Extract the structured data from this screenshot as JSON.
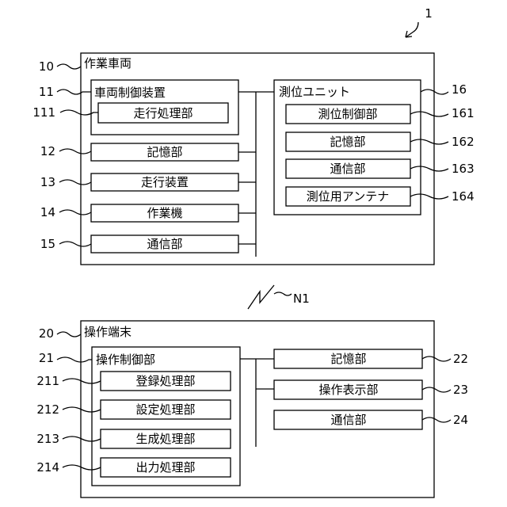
{
  "figure_ref": "1",
  "work_vehicle": {
    "ref": "10",
    "title": "作業車両",
    "vehicle_control": {
      "ref": "11",
      "title": "車両制御装置",
      "travel_processor": {
        "ref": "111",
        "label": "走行処理部"
      }
    },
    "storage": {
      "ref": "12",
      "label": "記憶部"
    },
    "travel_device": {
      "ref": "13",
      "label": "走行装置"
    },
    "work_machine": {
      "ref": "14",
      "label": "作業機"
    },
    "comm": {
      "ref": "15",
      "label": "通信部"
    },
    "positioning_unit": {
      "ref": "16",
      "title": "測位ユニット",
      "control": {
        "ref": "161",
        "label": "測位制御部"
      },
      "storage": {
        "ref": "162",
        "label": "記憶部"
      },
      "comm": {
        "ref": "163",
        "label": "通信部"
      },
      "antenna": {
        "ref": "164",
        "label": "測位用アンテナ"
      }
    }
  },
  "network": {
    "ref": "N1"
  },
  "operation_terminal": {
    "ref": "20",
    "title": "操作端末",
    "control": {
      "ref": "21",
      "title": "操作制御部",
      "registration": {
        "ref": "211",
        "label": "登録処理部"
      },
      "setting": {
        "ref": "212",
        "label": "設定処理部"
      },
      "generation": {
        "ref": "213",
        "label": "生成処理部"
      },
      "output": {
        "ref": "214",
        "label": "出力処理部"
      }
    },
    "storage": {
      "ref": "22",
      "label": "記憶部"
    },
    "display": {
      "ref": "23",
      "label": "操作表示部"
    },
    "comm": {
      "ref": "24",
      "label": "通信部"
    }
  }
}
